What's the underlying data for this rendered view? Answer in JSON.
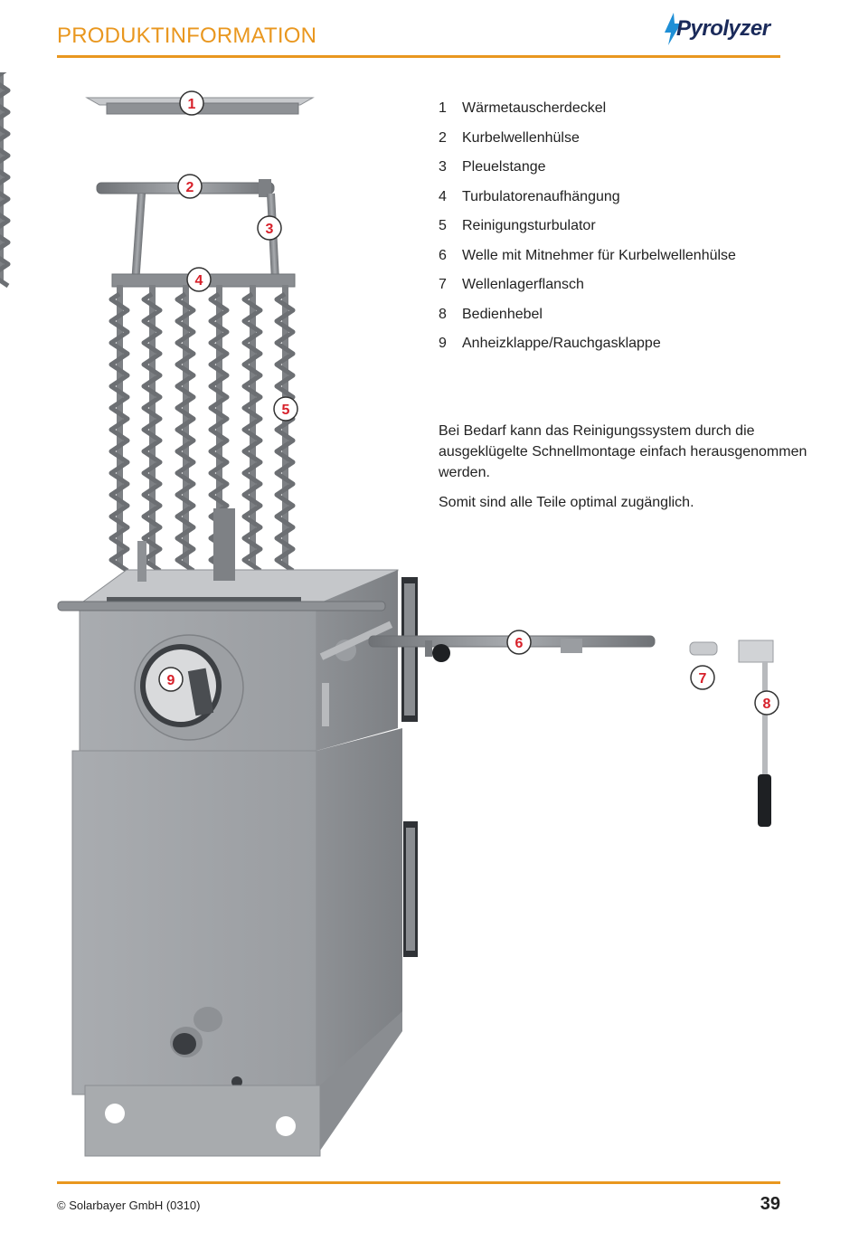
{
  "header": {
    "title": "PRODUKTINFORMATION",
    "logo_text": "Pyrolyzer"
  },
  "parts": [
    {
      "num": "1",
      "label": "Wärmetauscherdeckel"
    },
    {
      "num": "2",
      "label": "Kurbelwellenhülse"
    },
    {
      "num": "3",
      "label": "Pleuelstange"
    },
    {
      "num": "4",
      "label": "Turbulatorenaufhängung"
    },
    {
      "num": "5",
      "label": "Reinigungsturbulator"
    },
    {
      "num": "6",
      "label": "Welle mit Mitnehmer für Kurbelwellenhülse"
    },
    {
      "num": "7",
      "label": "Wellenlagerflansch"
    },
    {
      "num": "8",
      "label": "Bedienhebel"
    },
    {
      "num": "9",
      "label": "Anheizklappe/Rauchgasklappe"
    }
  ],
  "description": {
    "paragraph1": "Bei Bedarf kann das Reinigungssystem durch die ausgeklügelte Schnellmontage einfach herausgenommen werden.",
    "paragraph2": "Somit sind alle Teile optimal zugänglich."
  },
  "callouts": [
    "1",
    "2",
    "3",
    "4",
    "5",
    "6",
    "7",
    "8",
    "9"
  ],
  "footer": {
    "copyright": "© Solarbayer GmbH (0310)",
    "page_number": "39"
  },
  "colors": {
    "accent": "#e9971f",
    "callout_text": "#d7202a",
    "boiler_gray": "#a3a6aa"
  }
}
